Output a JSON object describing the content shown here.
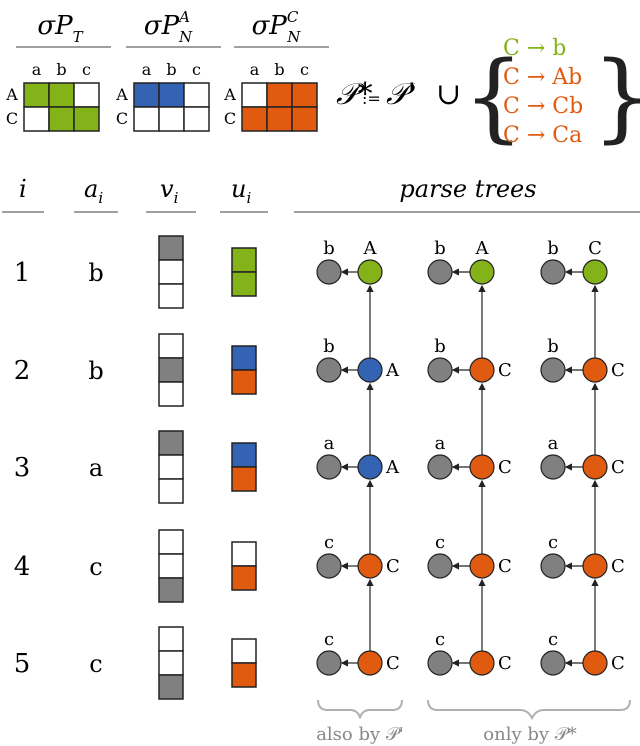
{
  "colors": {
    "green": "#84b319",
    "blue": "#3463b3",
    "orange": "#e05a10",
    "gray": "#808080",
    "white": "#ffffff",
    "rule": "#a0a0a0",
    "brace": "#b0b0b0"
  },
  "matrices": [
    {
      "title": "σP",
      "sub": "T",
      "sup": "",
      "color": "green",
      "col_labels": [
        "a",
        "b",
        "c"
      ],
      "row_labels": [
        "A",
        "C"
      ],
      "cells": [
        [
          1,
          1,
          0
        ],
        [
          0,
          1,
          1
        ]
      ]
    },
    {
      "title": "σP",
      "sub": "N",
      "sup": "A",
      "color": "blue",
      "col_labels": [
        "a",
        "b",
        "c"
      ],
      "row_labels": [
        "A",
        "C"
      ],
      "cells": [
        [
          1,
          1,
          0
        ],
        [
          0,
          0,
          0
        ]
      ]
    },
    {
      "title": "σP",
      "sub": "N",
      "sup": "C",
      "color": "orange",
      "col_labels": [
        "a",
        "b",
        "c"
      ],
      "row_labels": [
        "A",
        "C"
      ],
      "cells": [
        [
          0,
          1,
          1
        ],
        [
          1,
          1,
          1
        ]
      ]
    }
  ],
  "grammar": {
    "lhs": "𝒫*",
    "assign": ":=",
    "rhs": "𝒫'",
    "union": "∪",
    "rules": [
      {
        "text": "C → b",
        "color": "green"
      },
      {
        "text": "C → Ab",
        "color": "orange"
      },
      {
        "text": "C → Cb",
        "color": "orange"
      },
      {
        "text": "C → Ca",
        "color": "orange"
      }
    ]
  },
  "headers": {
    "i": "i",
    "a": "a",
    "a_sub": "i",
    "v": "v",
    "v_sub": "i",
    "u": "u",
    "u_sub": "i",
    "trees": "parse trees"
  },
  "rows": [
    {
      "i": "1",
      "a": "b",
      "v": [
        "gray",
        "white",
        "white"
      ],
      "u": [
        "green",
        "green"
      ]
    },
    {
      "i": "2",
      "a": "b",
      "v": [
        "white",
        "gray",
        "white"
      ],
      "u": [
        "blue",
        "orange"
      ]
    },
    {
      "i": "3",
      "a": "a",
      "v": [
        "gray",
        "white",
        "white"
      ],
      "u": [
        "blue",
        "orange"
      ]
    },
    {
      "i": "4",
      "a": "c",
      "v": [
        "white",
        "white",
        "gray"
      ],
      "u": [
        "white",
        "orange"
      ]
    },
    {
      "i": "5",
      "a": "c",
      "v": [
        "white",
        "white",
        "gray"
      ],
      "u": [
        "white",
        "orange"
      ]
    }
  ],
  "trees": [
    {
      "nodes": [
        {
          "leaf": "b",
          "color": "green",
          "label": "A",
          "label_side": "top"
        },
        {
          "leaf": "b",
          "color": "blue",
          "label": "A",
          "label_side": "right"
        },
        {
          "leaf": "a",
          "color": "blue",
          "label": "A",
          "label_side": "right"
        },
        {
          "leaf": "c",
          "color": "orange",
          "label": "C",
          "label_side": "right"
        },
        {
          "leaf": "c",
          "color": "orange",
          "label": "C",
          "label_side": "right"
        }
      ]
    },
    {
      "nodes": [
        {
          "leaf": "b",
          "color": "green",
          "label": "A",
          "label_side": "top"
        },
        {
          "leaf": "b",
          "color": "orange",
          "label": "C",
          "label_side": "right"
        },
        {
          "leaf": "a",
          "color": "orange",
          "label": "C",
          "label_side": "right"
        },
        {
          "leaf": "c",
          "color": "orange",
          "label": "C",
          "label_side": "right"
        },
        {
          "leaf": "c",
          "color": "orange",
          "label": "C",
          "label_side": "right"
        }
      ]
    },
    {
      "nodes": [
        {
          "leaf": "b",
          "color": "green",
          "label": "C",
          "label_side": "top"
        },
        {
          "leaf": "b",
          "color": "orange",
          "label": "C",
          "label_side": "right"
        },
        {
          "leaf": "a",
          "color": "orange",
          "label": "C",
          "label_side": "right"
        },
        {
          "leaf": "c",
          "color": "orange",
          "label": "C",
          "label_side": "right"
        },
        {
          "leaf": "c",
          "color": "orange",
          "label": "C",
          "label_side": "right"
        }
      ]
    }
  ],
  "footer": {
    "left": "also by 𝒫'",
    "right": "only by 𝒫*"
  }
}
